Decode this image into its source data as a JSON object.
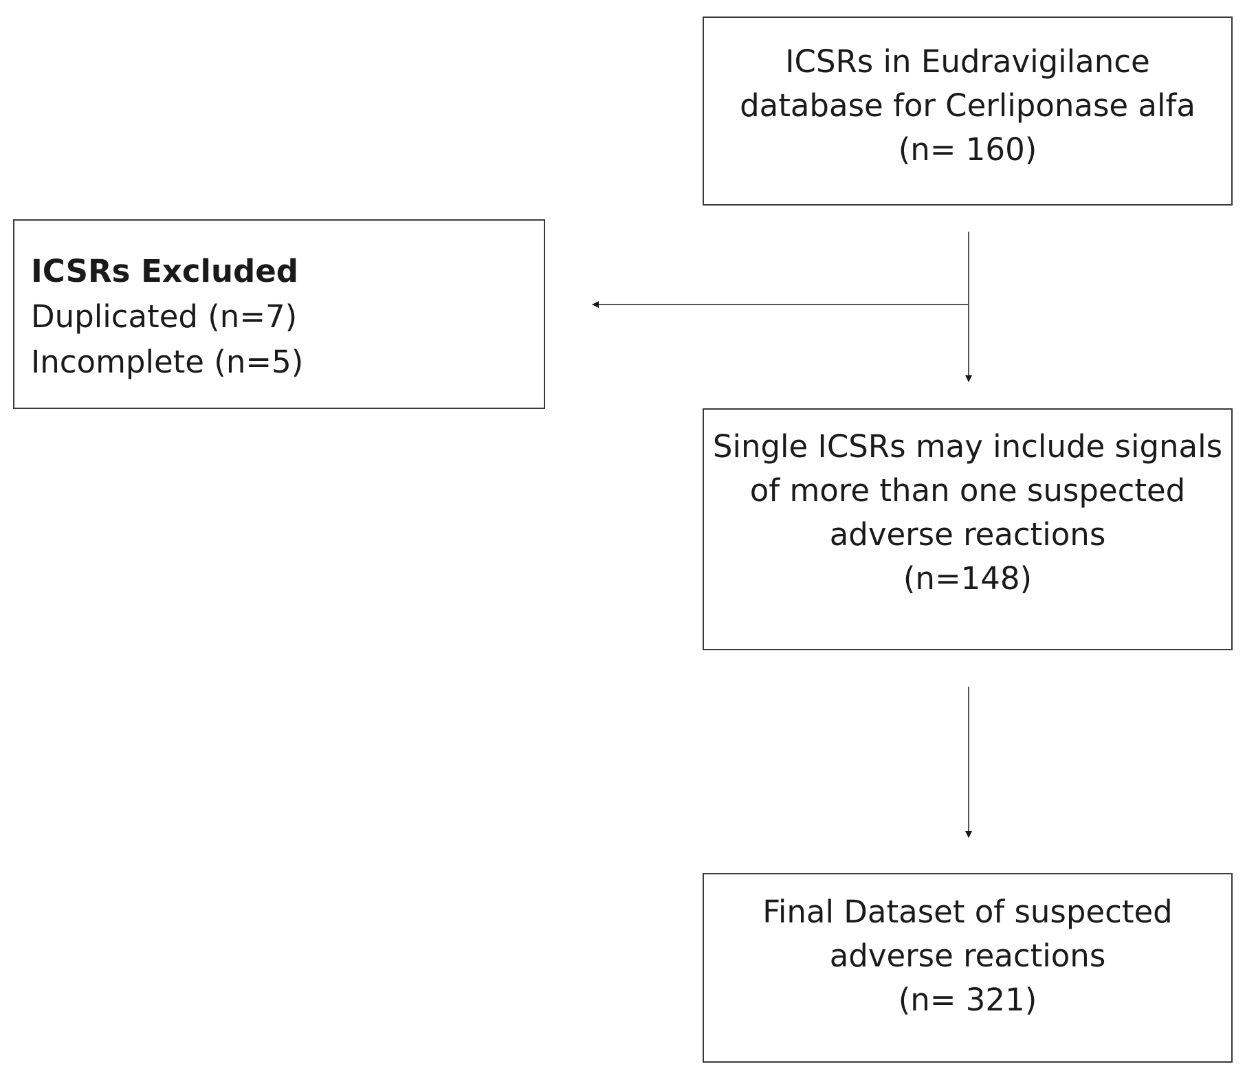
{
  "source_box": {
    "lines": [
      "ICSRs in Eudravigilance",
      "database for Cerliponase alfa",
      "(n= 160)"
    ]
  },
  "excluded_box": {
    "title": "ICSRs Excluded",
    "lines": [
      "Duplicated (n=7)",
      "Incomplete (n=5)"
    ]
  },
  "single_box": {
    "lines": [
      "Single ICSRs may include signals",
      "of more than one suspected",
      "adverse reactions",
      "(n=148)"
    ]
  },
  "final_box": {
    "lines": [
      "Final Dataset of suspected",
      "adverse reactions",
      "(n= 321)"
    ]
  }
}
